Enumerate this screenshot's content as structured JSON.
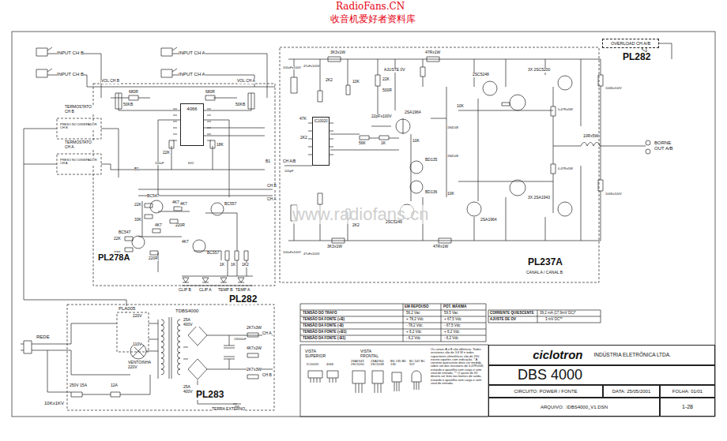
{
  "diagram": {
    "nodes": [
      {
        "text": [
          "4066"
        ]
      },
      {
        "text": [
          "IC10020"
        ]
      },
      {
        "text": [
          "OVERLOAD CH A/B"
        ]
      },
      {
        "text": [
          "ciclotron",
          "INDÚSTRIA ELETRÔNICA LTDA."
        ]
      },
      {
        "text": [
          "DBS 4000"
        ]
      },
      {
        "text": [
          "CIRCUITO: POWER / FONTE"
        ]
      },
      {
        "text": [
          "DATA: 25/05/2001"
        ]
      },
      {
        "text": [
          "FOLHA: 01/01"
        ]
      },
      {
        "text": [
          "ARQUIVO: .\\DBS4000_V1.DSN"
        ]
      },
      {
        "text": [
          "1-28"
        ]
      }
    ],
    "labels": [
      "RadioFans.CN",
      "收音机爱好者资料库",
      "www.radiofans.cn",
      "INPUT CH B",
      "INPUT CH B",
      "INPUT CH A",
      "INPUT CH A",
      "VOL CH B",
      "50KB",
      "680R",
      "680R",
      "VOL CH A",
      "50KB",
      "TERMOSTATO CH B",
      "PRESO NO DISSIPADOR CH B",
      "TERMOSTATO CH A",
      "PRESO NO DISSIPADOR CH A",
      "B1",
      "22K",
      "18K",
      "100uF",
      "6V2",
      "B1",
      "CH B",
      "CH A",
      "4K7",
      "BC547",
      "22K",
      "33K",
      "4K7",
      "220R",
      "BC557",
      "4K7",
      "BC547",
      "22K",
      "33K",
      "4K7",
      "220R",
      "BC557",
      "1K",
      "1K",
      "1K2",
      "PL278A",
      "CLIP B",
      "CLIP A",
      "TEMP B",
      "TEMP A",
      "PL282",
      "PLA005",
      "220V",
      "110V",
      "TDBS4000",
      "REDE",
      "VENTOINHA 220V",
      "25A 400V",
      "25A 400V",
      "13000uF",
      "2K7x3W",
      "CH A",
      "4K7x2W",
      "2K7x3W",
      "CH B",
      "250V 15A",
      "12A",
      "10Kx1KV",
      "PL283",
      "TERRA EXTERNO",
      "CH A/B",
      "3K3x1W",
      "47Rx1W",
      "100uFx100V",
      "47uFx100V",
      "2K2",
      "10K",
      "22K",
      "500R",
      "AJUSTE 0V",
      "22pFx100V",
      "2SA1964",
      "47K",
      "2K2",
      "100pF",
      "56K",
      "1K",
      "10K",
      "BD135",
      "BD136",
      "2SC5249",
      "2SA1964",
      "3K3x1W",
      "47Rx1W",
      "2K2",
      "100uFx100V",
      "47uFx100V",
      "2SC5248",
      "3X 2SC5200",
      "3X 2SA1943",
      "0,47Rx5W",
      "0,47Rx5W",
      "10Rx5W",
      "100Kx100V",
      "100Kx100V",
      "PL237A",
      "CANAL A / CANAL B",
      "PL282",
      "BORNE OUT A/B",
      "10K",
      "10K",
      "1N4148",
      "1N4148",
      "EM REPOUSO",
      "POT. MÁXIMA",
      "TENSÃO DO TRAFO",
      "56,2 Vac",
      "59,5 Vac",
      "TENSÃO DA FONTE (+B)",
      "+ 78,2 Vdc",
      "+ 67,5 Vdc",
      "TENSÃO DA FONTE (-B)",
      "- 78,2 Vdc",
      "- 67,5 Vdc",
      "TENSÃO DA FONTE (+B1)",
      "+ 6,2 Vdc",
      "+ 6,2 Vdc",
      "TENSÃO DA FONTE (-B1)",
      "- 6,2 Vdc",
      "- 6,2 Vdc",
      "CORRENTE QUIESCENTE",
      "39,2 mA (17,9mV DC)*",
      "AJUSTE DE OV",
      "3 mV DC**",
      "VISTA SUPERIOR",
      "IC10020",
      "4066",
      "VISTA FRONTAL",
      "2SA1943 2SC5200",
      "2SA1964 2SC5248",
      "BD 135 BD 136",
      "BC 547 BC 557",
      "Os canais A e B são idênticos. Todos resistores são de 1/4 W e todos capacitores eletrolíticos são de 25V, exceto aqueles com indicação. * A corrente quiescente deve ser medida sobre um dos resistores de 0,47Rx5W, estando o aparelho com carga e sem sinal de entrada. ** O ajuste de 0V deverá ser feito nos bornes de saída, estando o aparelho sem carga e sem sinal de entrada."
    ]
  }
}
